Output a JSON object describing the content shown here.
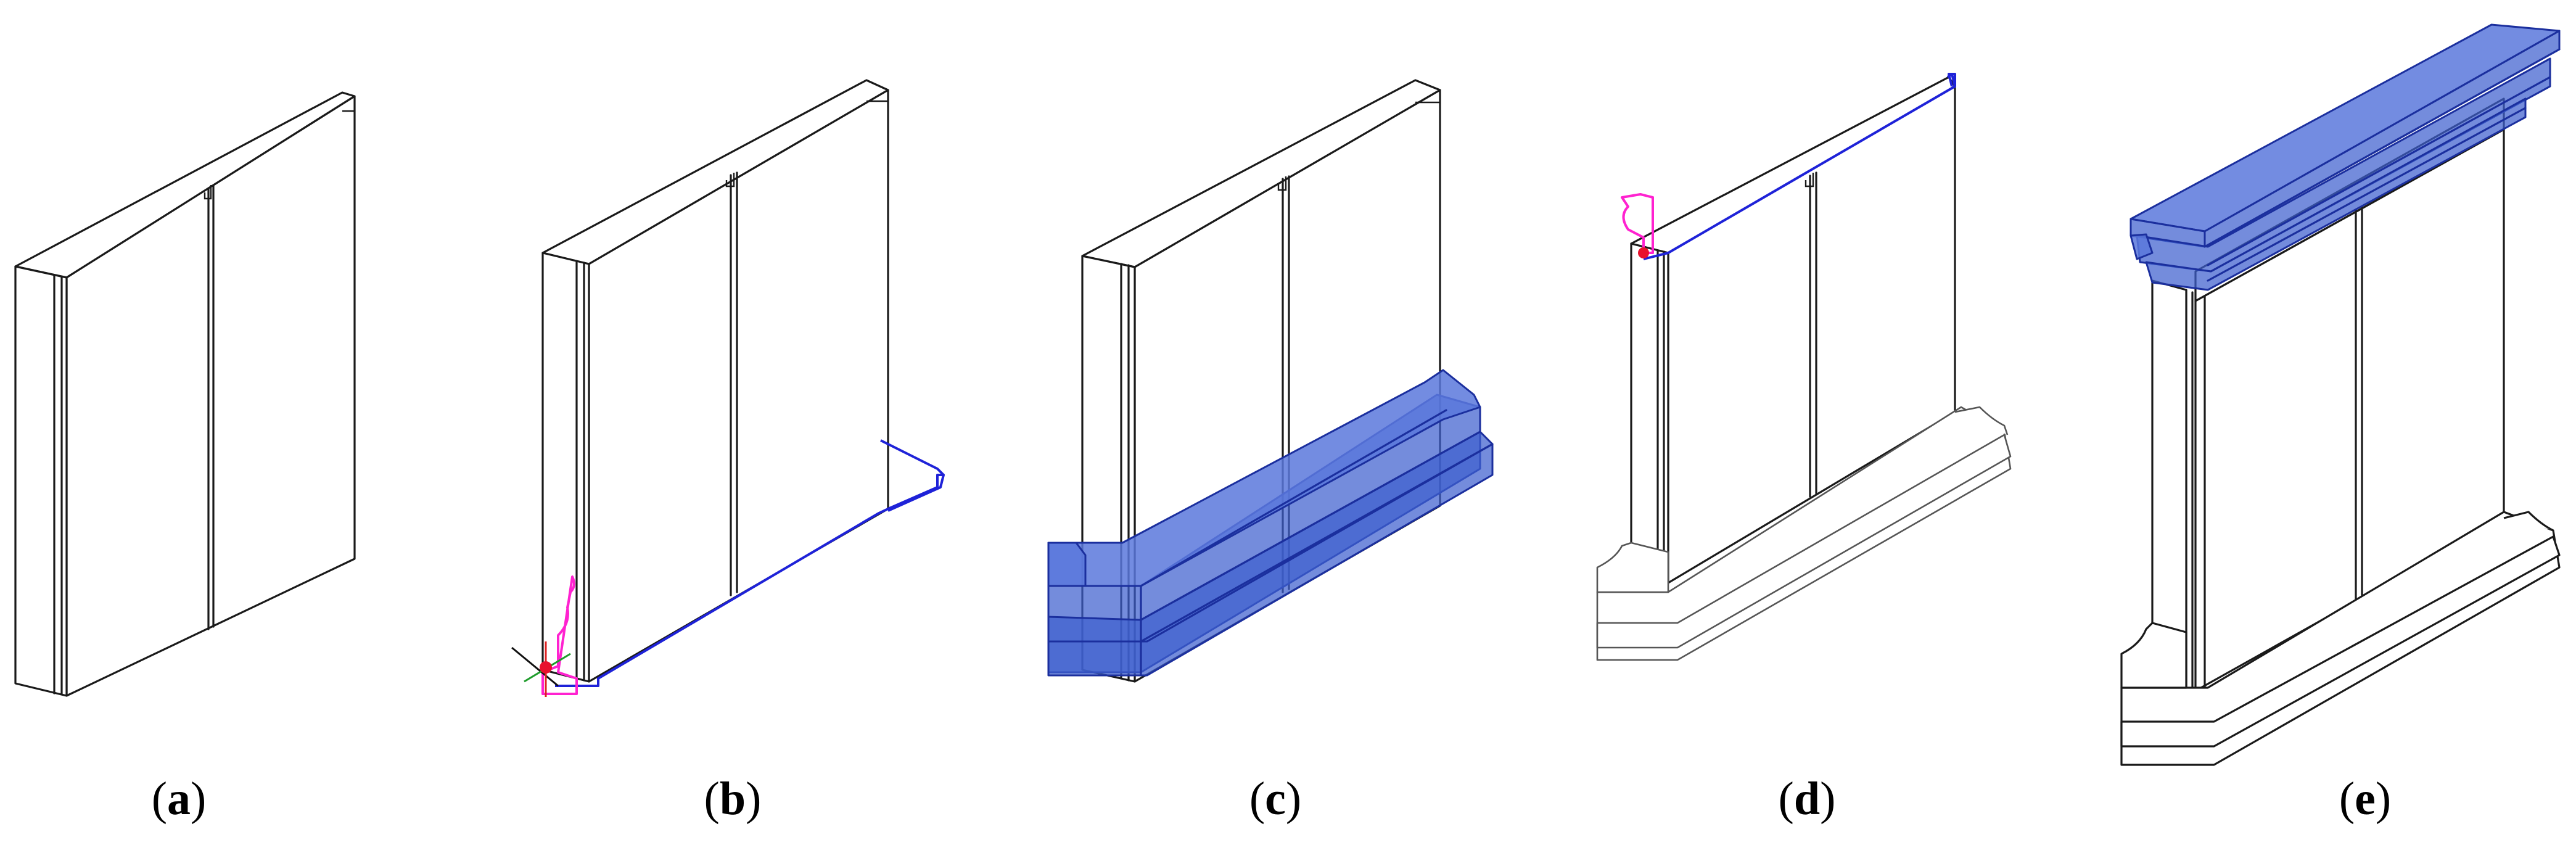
{
  "panels": [
    {
      "id": "a",
      "label_open": "(",
      "label_letter": "a",
      "label_close": ")"
    },
    {
      "id": "b",
      "label_open": "(",
      "label_letter": "b",
      "label_close": ")"
    },
    {
      "id": "c",
      "label_open": "(",
      "label_letter": "c",
      "label_close": ")"
    },
    {
      "id": "d",
      "label_open": "(",
      "label_letter": "d",
      "label_close": ")"
    },
    {
      "id": "e",
      "label_open": "(",
      "label_letter": "e",
      "label_close": ")"
    }
  ],
  "colors": {
    "selection_fill": "#3f5fcf",
    "sweep_path": "#1e22d8",
    "profile_curve": "#ff22d0",
    "anchor_point": "#e8112d"
  }
}
